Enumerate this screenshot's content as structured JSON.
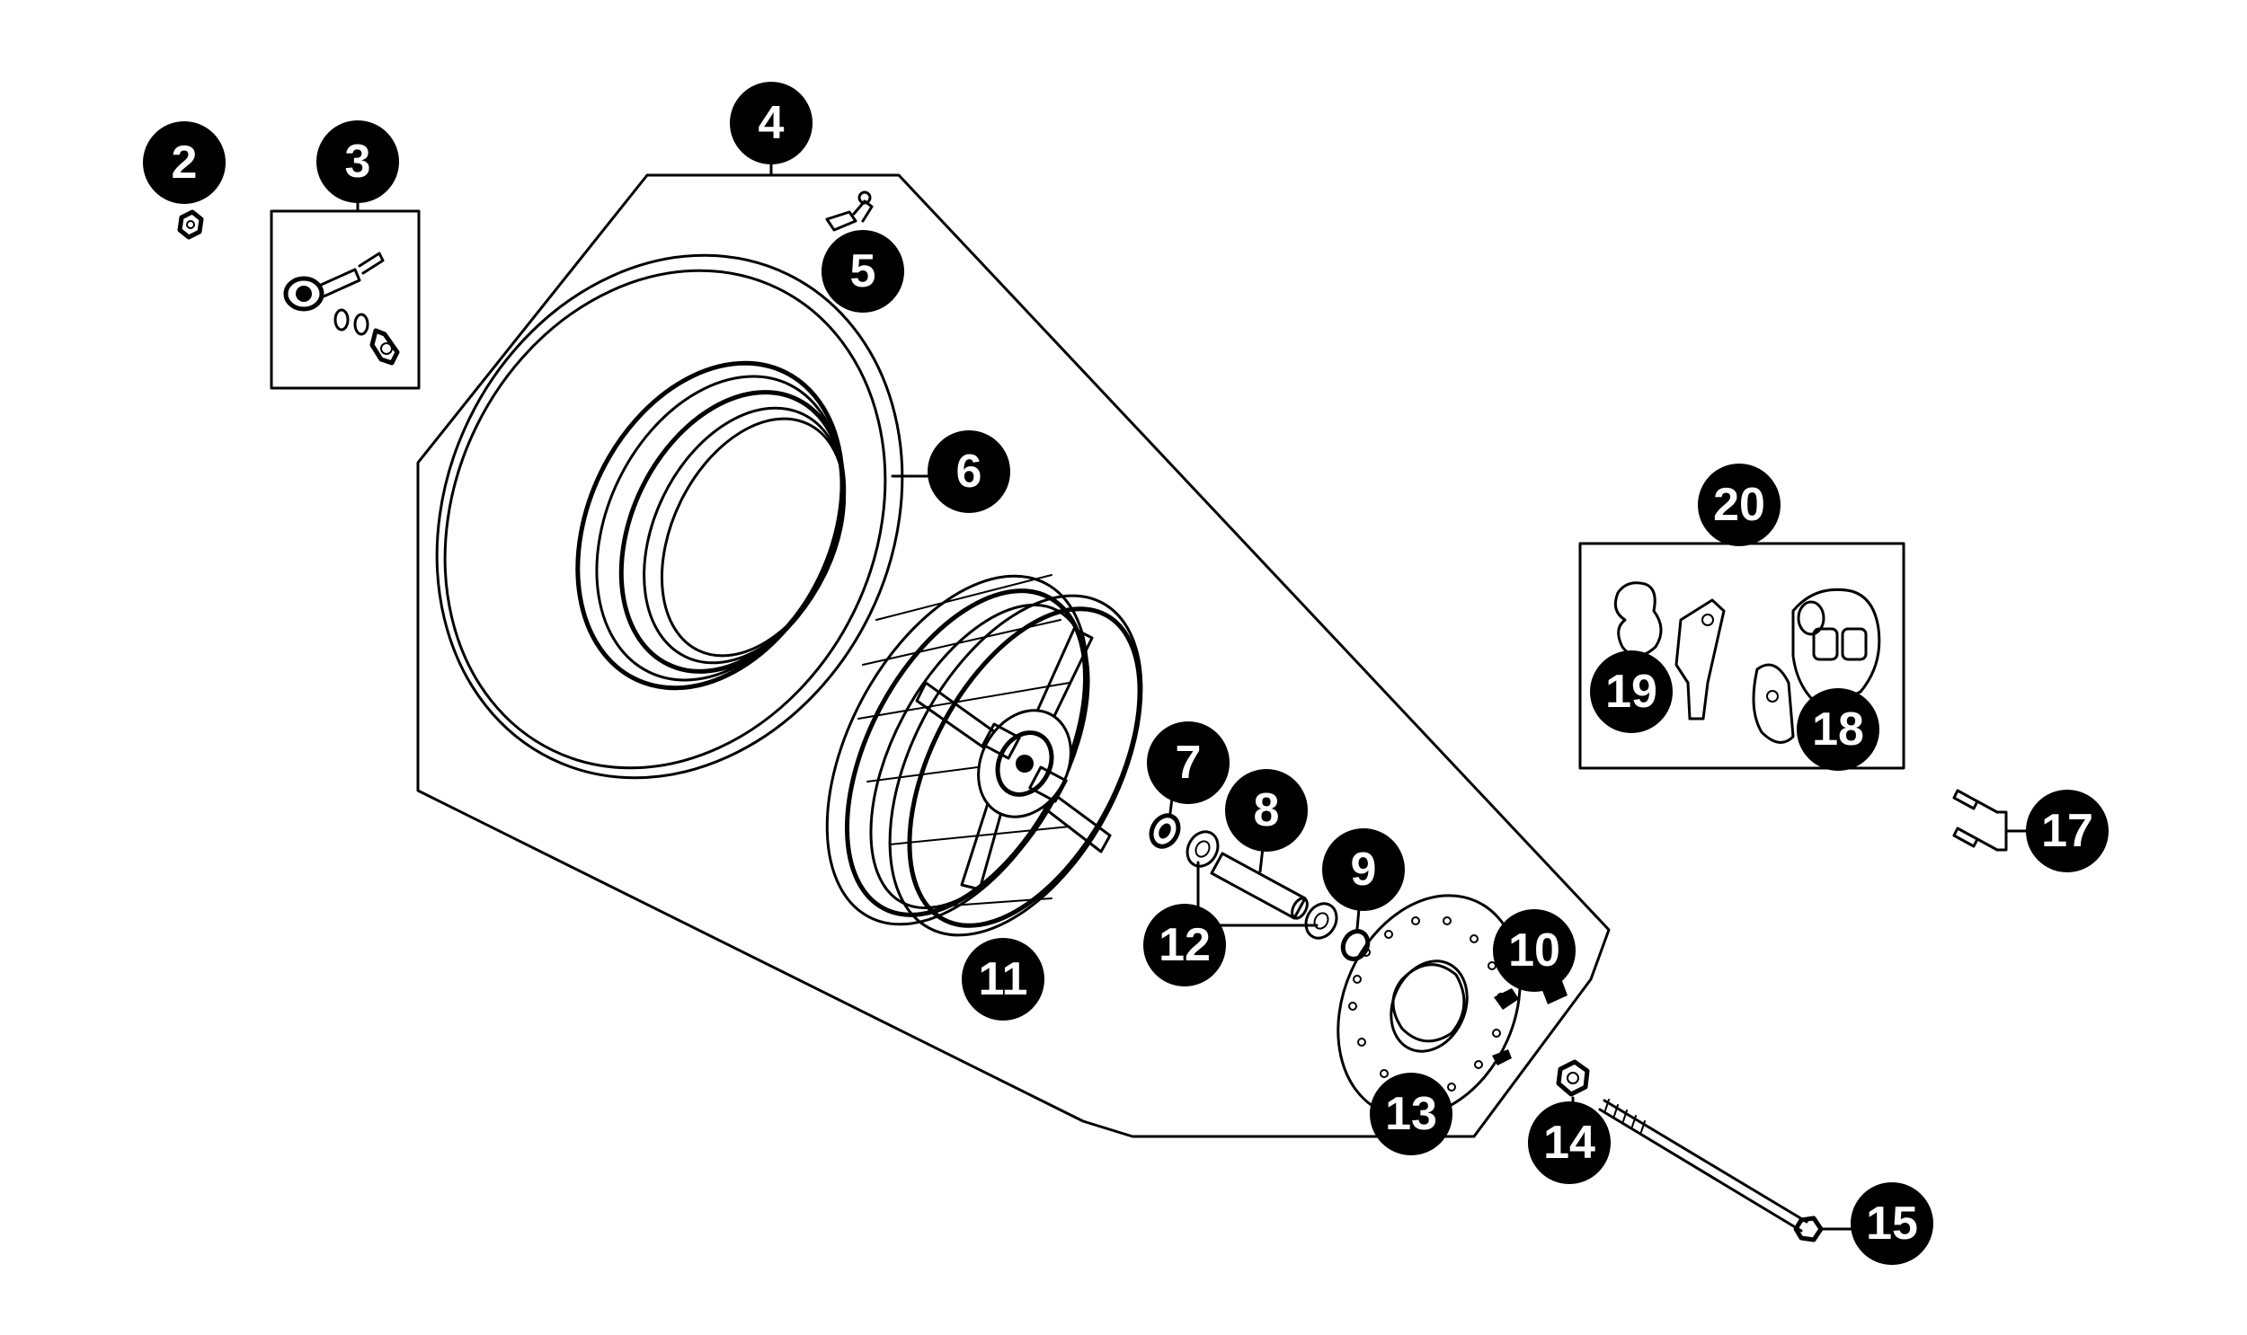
{
  "callouts": [
    {
      "id": "2",
      "label": "2"
    },
    {
      "id": "3",
      "label": "3"
    },
    {
      "id": "4",
      "label": "4"
    },
    {
      "id": "5",
      "label": "5"
    },
    {
      "id": "6",
      "label": "6"
    },
    {
      "id": "7",
      "label": "7"
    },
    {
      "id": "8",
      "label": "8"
    },
    {
      "id": "9",
      "label": "9"
    },
    {
      "id": "10",
      "label": "10"
    },
    {
      "id": "11",
      "label": "11"
    },
    {
      "id": "12",
      "label": "12"
    },
    {
      "id": "13",
      "label": "13"
    },
    {
      "id": "14",
      "label": "14"
    },
    {
      "id": "15",
      "label": "15"
    },
    {
      "id": "17",
      "label": "17"
    },
    {
      "id": "18",
      "label": "18"
    },
    {
      "id": "19",
      "label": "19"
    },
    {
      "id": "20",
      "label": "20"
    }
  ],
  "colors": {
    "line": "#000000",
    "background": "#ffffff",
    "callout_fill": "#000000",
    "callout_text": "#ffffff"
  }
}
